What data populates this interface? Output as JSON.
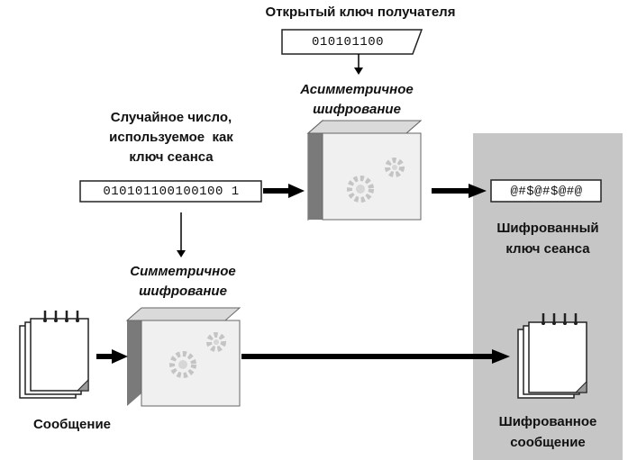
{
  "public_key": {
    "title": "Открытый ключ получателя",
    "value": "010101100"
  },
  "asymmetric": {
    "line1": "Асимметричное",
    "line2": "шифрование"
  },
  "session_key": {
    "line1": "Случайное число,",
    "line2": "используемое  как",
    "line3": "ключ сеанса",
    "value": "010101100100100 1"
  },
  "encrypted_key": {
    "value": "@#$@#$@#@",
    "line1": "Шифрованный",
    "line2": "ключ сеанса"
  },
  "symmetric": {
    "line1": "Симметричное",
    "line2": "шифрование"
  },
  "message": {
    "label": "Сообщение"
  },
  "encrypted_message": {
    "line1": "Шифрованное",
    "line2": "сообщение"
  },
  "colors": {
    "panel": "#c6c6c6",
    "box_front": "#ededed",
    "box_side": "#8c8c8c",
    "box_top": "#d2d2d2",
    "gear": "#c8c8c8",
    "arrow": "#000000"
  }
}
